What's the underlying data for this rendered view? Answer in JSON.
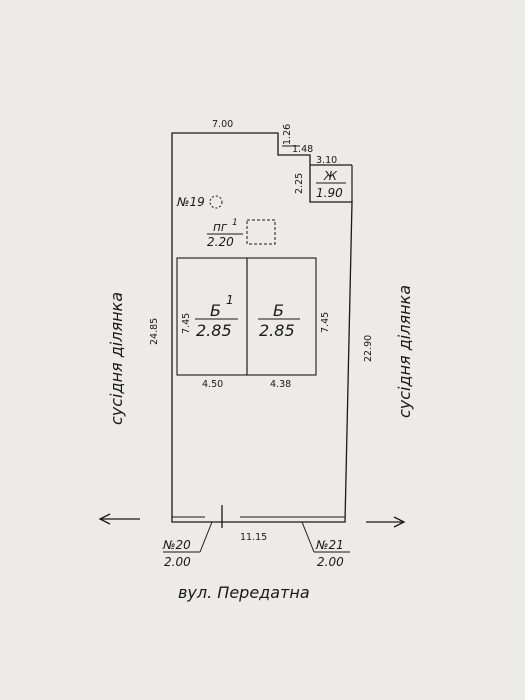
{
  "plot": {
    "dims": {
      "top": "7.00",
      "notch_v": "1.26",
      "notch_h": "1.48",
      "annex_w": "3.10",
      "annex_h": "2.25",
      "left_side": "24.85",
      "right_side": "22.90",
      "bottom": "11.15"
    },
    "annex": {
      "letter": "Ж",
      "value": "1.90"
    },
    "point19": "№19",
    "pg": {
      "letter": "пг",
      "sup": "1",
      "value": "2.20"
    },
    "bldg_b1": {
      "letter": "Б",
      "sup": "1",
      "value": "2.85",
      "width": "4.50",
      "height": "7.45"
    },
    "bldg_b": {
      "letter": "Б",
      "value": "2.85",
      "width": "4.38",
      "height": "7.45"
    },
    "point20": {
      "label": "№20",
      "value": "2.00"
    },
    "point21": {
      "label": "№21",
      "value": "2.00"
    }
  },
  "labels": {
    "neighbor_left": "сусідня ділянка",
    "neighbor_right": "сусідня ділянка",
    "street": "вул. Передатна"
  }
}
